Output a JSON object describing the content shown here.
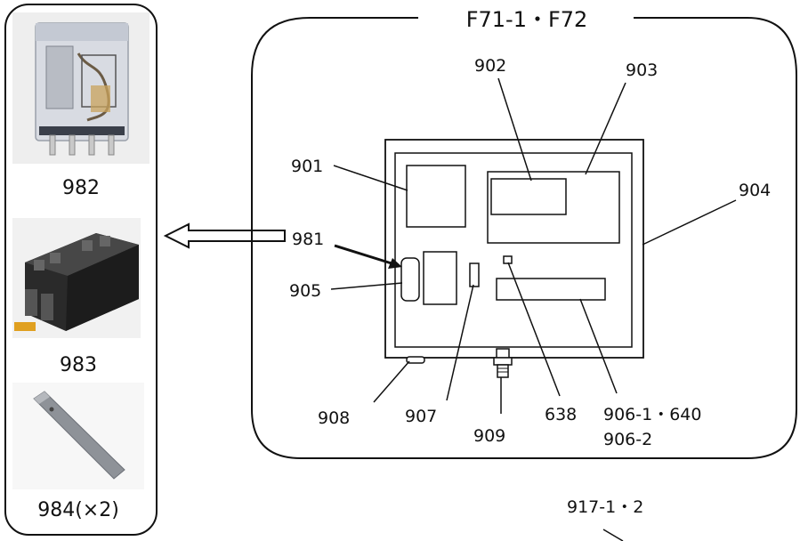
{
  "assembly": {
    "title": "F71-1・F72",
    "labels": {
      "p901": "901",
      "p902": "902",
      "p903": "903",
      "p904": "904",
      "p905": "905",
      "p981": "981",
      "p907": "907",
      "p908": "908",
      "p909": "909",
      "p638": "638",
      "p906a": "906-1・640",
      "p906b": "906-2"
    }
  },
  "parts_panel": {
    "items": [
      {
        "label": "982",
        "image": "relay-photo"
      },
      {
        "label": "983",
        "image": "relay-socket-photo"
      },
      {
        "label": "984(×2)",
        "image": "retaining-clip-photo"
      }
    ]
  },
  "footer": {
    "label": "917-1・2"
  },
  "colors": {
    "line": "#111111",
    "background": "#ffffff",
    "photo_bg": "#eeeeee"
  }
}
